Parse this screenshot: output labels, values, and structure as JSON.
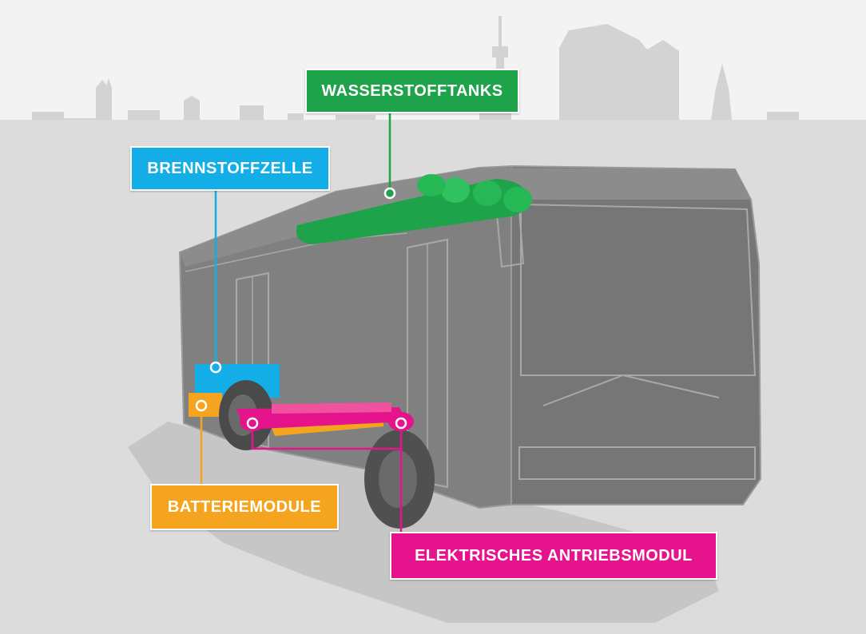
{
  "labels": {
    "hydrogen_tanks": "WASSERSTOFFTANKS",
    "fuel_cell": "BRENNSTOFFZELLE",
    "battery_modules": "BATTERIEMODULE",
    "electric_drive": "ELEKTRISCHES ANTRIEBSMODUL"
  },
  "colors": {
    "hydrogen_tanks": "#1fa34a",
    "fuel_cell": "#13aee8",
    "battery_modules": "#f5a41f",
    "electric_drive": "#e5148c",
    "bus_body": "#7b7b7b",
    "skyline": "#d2d2d2",
    "shadow": "#cacaca",
    "background": "#f3f3f3"
  }
}
